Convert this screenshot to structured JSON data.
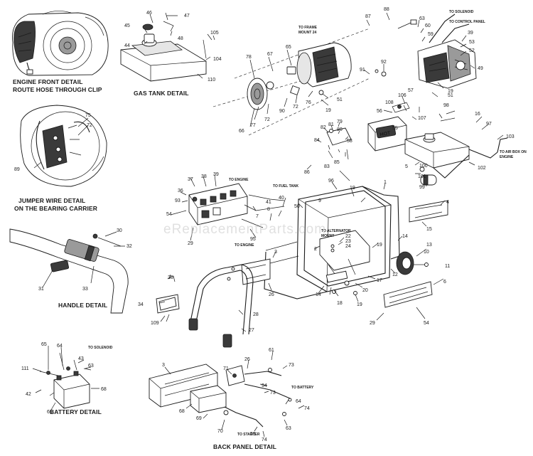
{
  "watermark": "eReplacementParts.com",
  "captions": {
    "engine_front": "ENGINE FRONT DETAIL",
    "route_hose": "ROUTE HOSE THROUGH CLIP",
    "gas_tank": "GAS TANK DETAIL",
    "jumper_1": "JUMPER WIRE DETAIL",
    "jumper_2": "ON THE BEARING CARRIER",
    "handle": "HANDLE DETAIL",
    "battery": "BATTERY DETAIL",
    "back_panel": "BACK PANEL DETAIL"
  },
  "notes": {
    "to_frame_1": "TO FRAME",
    "to_frame_2": "MOUNT 24",
    "to_solenoid_top": "TO SOLENOID",
    "to_control_panel": "TO CONTROL PANEL",
    "to_air_box_1": "TO AIR BOX ON",
    "to_air_box_2": "ENGINE",
    "to_engine_1": "TO ENGINE",
    "to_fuel_tank": "TO FUEL TANK",
    "to_engine_2": "TO ENGINE",
    "to_alternator_1": "TO ALTERNATOR",
    "to_alternator_2": "MOUNT",
    "to_solenoid_battery": "TO SOLENOID",
    "to_battery": "TO BATTERY",
    "to_starter": "TO STARTER",
    "hot_label": "HOT"
  },
  "labels": {
    "l46": "46",
    "l47": "47",
    "l45": "45",
    "l48": "48",
    "l44": "44",
    "l105": "105",
    "l104": "104",
    "l110": "110",
    "l78": "78",
    "l67": "67",
    "l65": "65",
    "l66": "66",
    "l77": "77",
    "l72a": "72",
    "l72b": "72",
    "l90": "90",
    "l76": "76",
    "l51a": "51",
    "l19a": "19",
    "l87": "87",
    "l88": "88",
    "l63a": "63",
    "l60": "60",
    "l59": "59",
    "l39a": "39",
    "l53": "53",
    "l52": "52",
    "l91": "91",
    "l92": "92",
    "l49": "49",
    "l19b": "19",
    "l51b": "51",
    "l56": "56",
    "l106": "106",
    "l108": "108",
    "l57": "57",
    "l107": "107",
    "l98": "98",
    "l55": "55",
    "l82": "82",
    "l81": "81",
    "l79": "79",
    "l80": "80",
    "l58": "58",
    "l84": "84",
    "l83": "83",
    "l85": "85",
    "l86": "86",
    "l16": "16",
    "l97": "97",
    "l103": "103",
    "l5": "5",
    "l100": "100",
    "l101": "101",
    "l99": "99",
    "l102": "102",
    "l75": "75",
    "l72c": "72",
    "l89": "89",
    "l37": "37",
    "l38": "38",
    "l39b": "39",
    "l36": "36",
    "l93": "93",
    "l54a": "54",
    "l29a": "29",
    "l41": "41",
    "l40": "40",
    "l8": "8",
    "l7": "7",
    "l50": "50",
    "l95": "95",
    "l96": "96",
    "l9": "9",
    "l19c": "19",
    "l1": "1",
    "l4": "4",
    "l15": "15",
    "l14a": "14",
    "l22": "22",
    "l23": "23",
    "l24": "24",
    "l2": "2",
    "l3": "3",
    "l19d": "19",
    "l13": "13",
    "l10": "10",
    "l12": "12",
    "l11": "11",
    "l17": "17",
    "l20": "20",
    "l18": "18",
    "l14b": "14",
    "l19e": "19",
    "l26a": "26",
    "l6": "6",
    "l29b": "29",
    "l54b": "54",
    "l30": "30",
    "l32": "32",
    "l31": "31",
    "l33": "33",
    "l35": "35",
    "l34": "34",
    "l109": "109",
    "l28": "28",
    "l27": "27",
    "l65b": "65",
    "l64a": "64",
    "l43": "43",
    "l63b": "63",
    "l111": "111",
    "l42": "42",
    "l68a": "68",
    "l66b": "66",
    "l3b": "3",
    "l71": "71",
    "l26b": "26",
    "l61": "61",
    "l73a": "73",
    "l94": "94",
    "l73b": "73",
    "l68b": "68",
    "l69": "69",
    "l70": "70",
    "l64b": "64",
    "l74a": "74",
    "l59b": "59",
    "l74b": "74",
    "l63c": "63"
  }
}
